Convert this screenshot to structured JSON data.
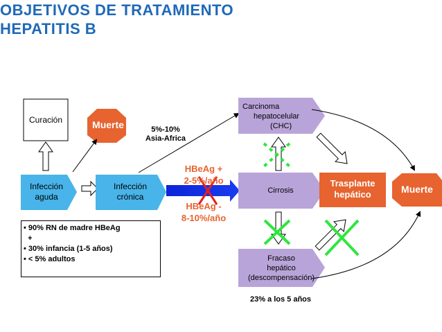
{
  "title": {
    "line1": "OBJETIVOS DE TRATAMIENTO",
    "line2": "HEPATITIS B"
  },
  "nodes": {
    "curacion": "Curación",
    "muerte_left": "Muerte",
    "infeccion_aguda": {
      "line1": "Infección",
      "line2": "aguda"
    },
    "infeccion_cronica": {
      "line1": "Infección",
      "line2": "crónica"
    },
    "carcinoma": {
      "line1": "Carcinoma",
      "line2": "hepatocelular",
      "line3": "(CHC)"
    },
    "cirrosis": "Cirrosis",
    "fracaso": {
      "line1": "Fracaso",
      "line2": "hepático",
      "line3": "(descompensación)"
    },
    "trasplante": {
      "line1": "Trasplante",
      "line2": "hepático"
    },
    "muerte_right": "Muerte"
  },
  "labels": {
    "asia_africa": {
      "line1": "5%-10%",
      "line2": "Asia-Africa"
    },
    "hbeag_pos": {
      "line1": "HBeAg +",
      "line2": "2-5%/año"
    },
    "hbeag_neg": {
      "line1": "HBeAg -",
      "line2": "8-10%/año"
    },
    "five_years": "23% a los 5 años"
  },
  "bullets": [
    "• 90% RN de madre HBeAg",
    "  +",
    "• 30% infancia (1-5 años)",
    "• < 5% adultos"
  ],
  "colors": {
    "title": "#1f69b8",
    "chevron_blue": "#48b4e9",
    "chevron_purple": "#b9a4d9",
    "orange": "#e7632f",
    "green": "#2ee63e",
    "red_x": "#e81c1c",
    "arrow_blue": "#0f2ee8"
  }
}
